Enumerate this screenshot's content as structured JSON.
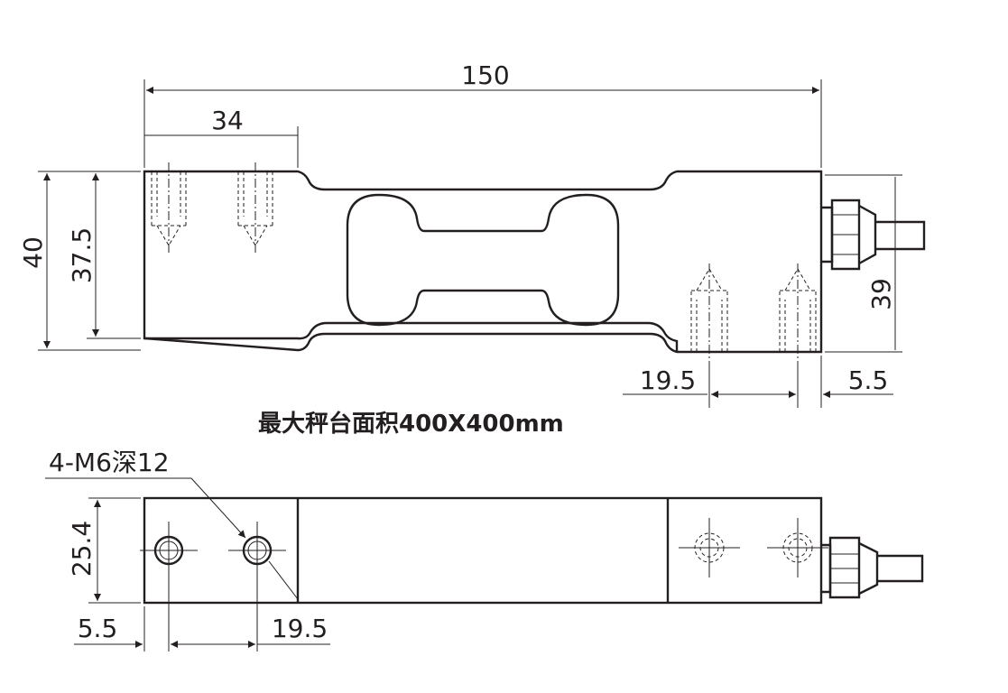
{
  "front_view": {
    "dims": {
      "overall_length": "150",
      "hole_spacing_top": "34",
      "height_total": "40",
      "height_body": "37.5",
      "cable_height": "39",
      "hole_offset_bottom": "19.5",
      "edge_offset_bottom": "5.5"
    }
  },
  "note": "最大秤台面积400X400mm",
  "top_view": {
    "callout": "4-M6深12",
    "dims": {
      "width": "25.4",
      "edge_offset": "5.5",
      "hole_offset": "19.5"
    }
  }
}
